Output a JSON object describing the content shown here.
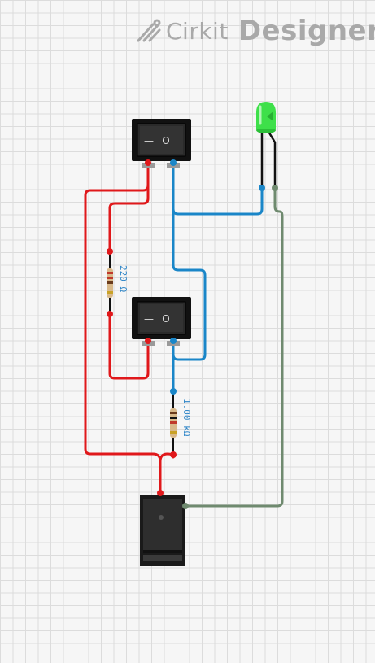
{
  "brand": {
    "name_light": "Cirkit",
    "name_bold": "Designer"
  },
  "components": {
    "switch_top": {
      "off_symbol": "—",
      "on_symbol": "O"
    },
    "switch_bottom": {
      "off_symbol": "—",
      "on_symbol": "O"
    },
    "resistor_1": {
      "value_label": "220 Ω"
    },
    "resistor_2": {
      "value_label": "1.00 kΩ"
    },
    "led": {
      "color": "#3ee04a"
    },
    "battery": {
      "color": "#2a2a2a"
    }
  },
  "wire_colors": {
    "power": "#e0181b",
    "signal": "#1a86c8",
    "ground": "#6f8a6f"
  }
}
